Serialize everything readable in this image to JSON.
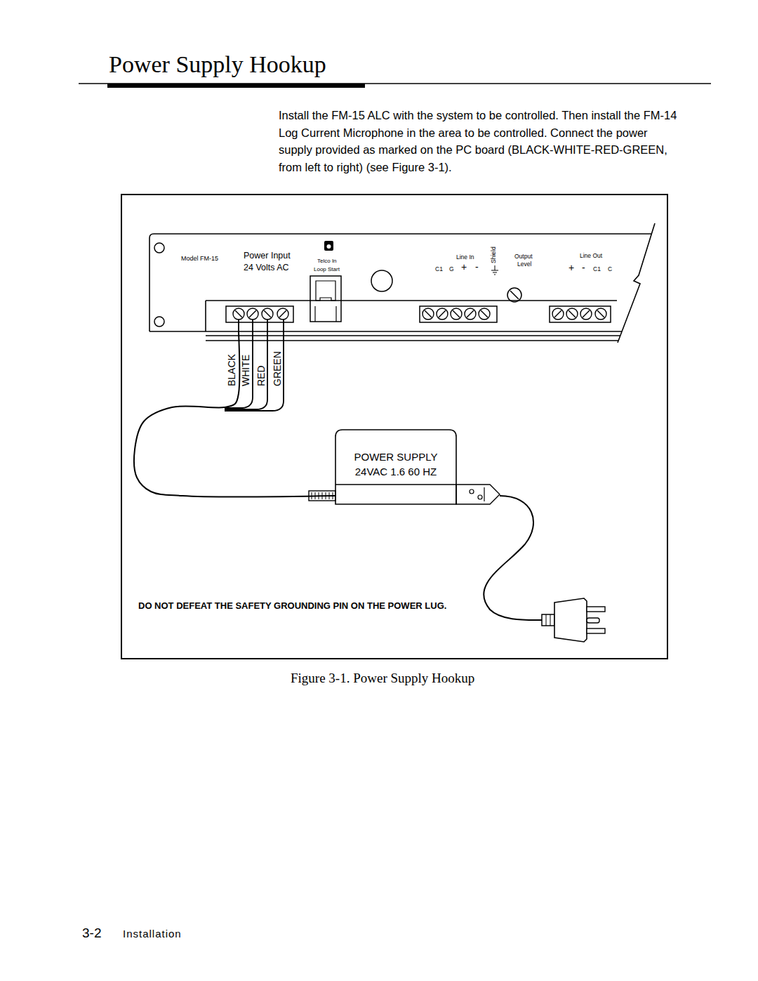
{
  "diagram": {
    "title": "Power Supply Hookup",
    "caption": "Figure 3-1. Power Supply Hookup",
    "nodes": [
      {
        "text": [
          "Model FM-15"
        ]
      },
      {
        "text": [
          "POWER SUPPLY",
          "24VAC 1.6 60 HZ"
        ]
      }
    ],
    "edges": [
      {
        "from": 0,
        "to": 1,
        "arrow": "none"
      }
    ],
    "labels": [
      "Install the FM-15 ALC with the system to be controlled. Then install the FM-14 Log Current Microphone in the area to be controlled. Connect the power supply provided as marked on the PC board (BLACK-WHITE-RED-GREEN, from left to right) (see Figure 3-1).",
      "Power Input",
      "24 Volts AC",
      "Telco In",
      "Loop Start",
      "Line In",
      "C1",
      "G",
      "+",
      "-",
      "Shield",
      "Output",
      "Level",
      "Line Out",
      "+",
      "-",
      "C1",
      "C",
      "BLACK",
      "WHITE",
      "RED",
      "GREEN",
      "DO NOT DEFEAT THE SAFETY GROUNDING PIN ON THE POWER LUG.",
      "3-2",
      "Installation"
    ]
  }
}
